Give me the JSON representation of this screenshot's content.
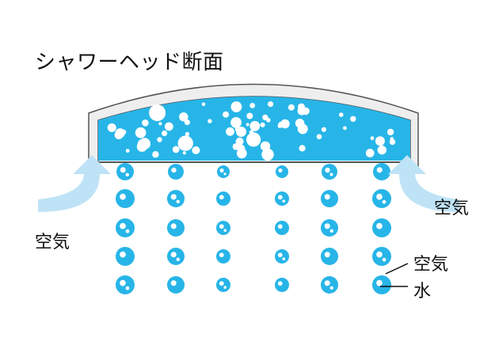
{
  "title": "シャワーヘッド断面",
  "labels": {
    "air_right": "空気",
    "air_left": "空気",
    "air_drop": "空気",
    "water": "水"
  },
  "colors": {
    "water": "#27b5e8",
    "arrow": "#bfe3f6",
    "outline": "#555555",
    "bubble": "#ffffff"
  },
  "drop_columns": 6,
  "drop_rows": 5
}
